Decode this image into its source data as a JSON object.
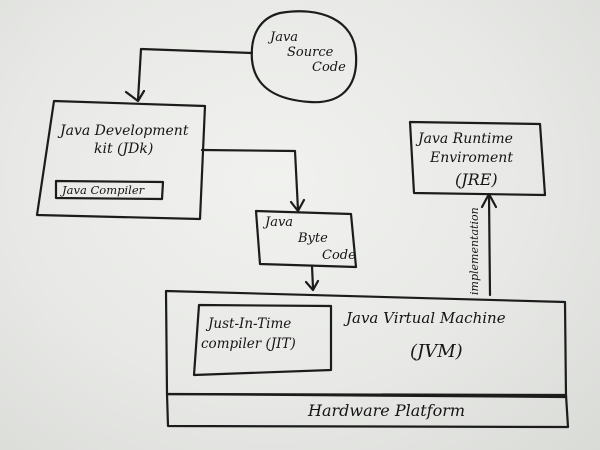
{
  "diagram": {
    "title": "Java platform architecture (hand-drawn)",
    "ink_color": "#1c1c1c",
    "paper_color": "#eceeeb",
    "nodes": {
      "source": {
        "lines": [
          "Java",
          "Source",
          "Code"
        ],
        "shape": "circle"
      },
      "jdk": {
        "lines": [
          "Java Development",
          "kit (JDk)"
        ],
        "shape": "box"
      },
      "compiler": {
        "label": "Java Compiler",
        "shape": "box",
        "parent": "jdk"
      },
      "bytecode": {
        "lines": [
          "Java",
          "Byte",
          "Code"
        ],
        "shape": "box"
      },
      "jre": {
        "lines": [
          "Java Runtime",
          "Enviroment",
          "(JRE)"
        ],
        "shape": "box"
      },
      "jvm": {
        "lines": [
          "Java Virtual Machine",
          "(JVM)"
        ],
        "shape": "box"
      },
      "jit": {
        "lines": [
          "Just-In-Time",
          "compiler (JIT)"
        ],
        "shape": "box",
        "parent": "jvm"
      },
      "hardware": {
        "label": "Hardware Platform",
        "shape": "box"
      }
    },
    "edges": [
      {
        "from": "source",
        "to": "jdk",
        "label": ""
      },
      {
        "from": "jdk",
        "to": "bytecode",
        "label": ""
      },
      {
        "from": "bytecode",
        "to": "jvm",
        "label": ""
      },
      {
        "from": "jvm",
        "to": "jre",
        "label": "implementation"
      }
    ]
  }
}
